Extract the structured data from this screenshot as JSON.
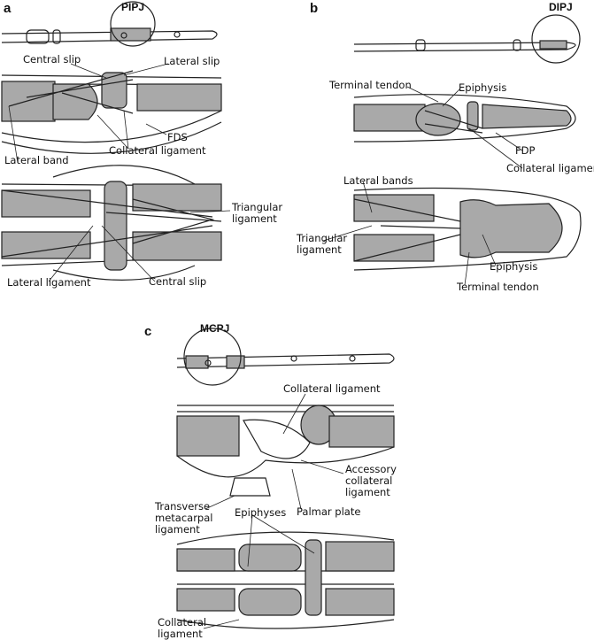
{
  "panels": {
    "a": {
      "letter": "a",
      "joint": "PIPJ",
      "labels": {
        "central_slip_top": "Central slip",
        "lateral_slip": "Lateral slip",
        "fds": "FDS",
        "collateral_ligament": "Collateral ligament",
        "lateral_band": "Lateral band",
        "triangular_ligament": "Triangular\nligament",
        "lateral_ligament": "Lateral ligament",
        "central_slip_bottom": "Central slip"
      }
    },
    "b": {
      "letter": "b",
      "joint": "DIPJ",
      "labels": {
        "terminal_tendon_top": "Terminal tendon",
        "epiphysis_top": "Epiphysis",
        "fdp": "FDP",
        "collateral_ligament": "Collateral ligament",
        "lateral_bands": "Lateral bands",
        "triangular_ligament": "Triangular\nligament",
        "epiphysis_bottom": "Epiphysis",
        "terminal_tendon_bottom": "Terminal tendon"
      }
    },
    "c": {
      "letter": "c",
      "joint": "MCPJ",
      "labels": {
        "collateral_ligament_top": "Collateral ligament",
        "accessory_collateral_ligament": "Accessory\ncollateral\nligament",
        "palmar_plate": "Palmar plate",
        "transverse_metacarpal_ligament": "Transverse\nmetacarpal\nligament",
        "epiphyses": "Epiphyses",
        "collateral_ligament_bottom": "Collateral\nligament"
      }
    }
  },
  "colors": {
    "bone": "#a9a9a9",
    "line": "#222222",
    "background": "#ffffff"
  }
}
